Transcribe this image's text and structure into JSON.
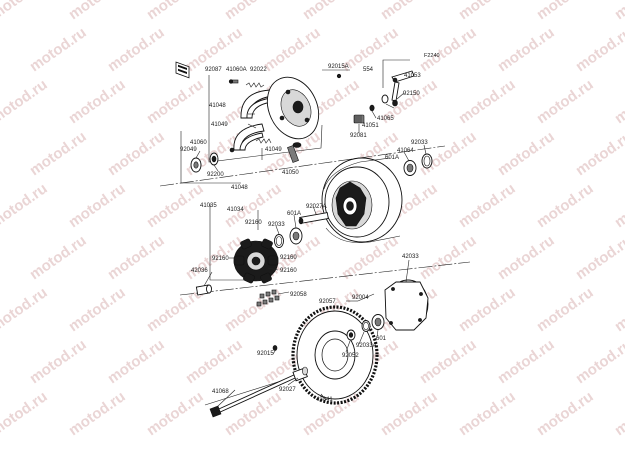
{
  "diagram": {
    "code": "F2240",
    "watermark": "motod.ru",
    "labels": [
      {
        "id": "92087",
        "text": "92087"
      },
      {
        "id": "41060A",
        "text": "41060A"
      },
      {
        "id": "92022",
        "text": "92022"
      },
      {
        "id": "92015A",
        "text": "92015A"
      },
      {
        "id": "554",
        "text": "554"
      },
      {
        "id": "41053",
        "text": "41053"
      },
      {
        "id": "41048a",
        "text": "41048"
      },
      {
        "id": "92150",
        "text": "92150"
      },
      {
        "id": "41065",
        "text": "41065"
      },
      {
        "id": "41049a",
        "text": "41049"
      },
      {
        "id": "41051",
        "text": "41051"
      },
      {
        "id": "92081",
        "text": "92081"
      },
      {
        "id": "92033a",
        "text": "92033"
      },
      {
        "id": "41060",
        "text": "41060"
      },
      {
        "id": "41064",
        "text": "41064"
      },
      {
        "id": "92049",
        "text": "92049"
      },
      {
        "id": "601Aa",
        "text": "601A"
      },
      {
        "id": "92200",
        "text": "92200"
      },
      {
        "id": "41049b",
        "text": "41049"
      },
      {
        "id": "41050",
        "text": "41050"
      },
      {
        "id": "41048b",
        "text": "41048"
      },
      {
        "id": "41035",
        "text": "41035"
      },
      {
        "id": "41034",
        "text": "41034"
      },
      {
        "id": "92027A",
        "text": "92027A"
      },
      {
        "id": "601Ab",
        "text": "601A"
      },
      {
        "id": "92160a",
        "text": "92160"
      },
      {
        "id": "92033b",
        "text": "92033"
      },
      {
        "id": "92160b",
        "text": "92160"
      },
      {
        "id": "42036",
        "text": "42036"
      },
      {
        "id": "92160c",
        "text": "92160"
      },
      {
        "id": "92160d",
        "text": "92160"
      },
      {
        "id": "42033",
        "text": "42033"
      },
      {
        "id": "92058",
        "text": "92058"
      },
      {
        "id": "92004",
        "text": "92004"
      },
      {
        "id": "92057",
        "text": "92057"
      },
      {
        "id": "92033A",
        "text": "92033A"
      },
      {
        "id": "601",
        "text": "601"
      },
      {
        "id": "92052",
        "text": "92052"
      },
      {
        "id": "92015",
        "text": "92015"
      },
      {
        "id": "41068",
        "text": "41068"
      },
      {
        "id": "92027",
        "text": "92027"
      },
      {
        "id": "42041",
        "text": "42041"
      }
    ]
  }
}
